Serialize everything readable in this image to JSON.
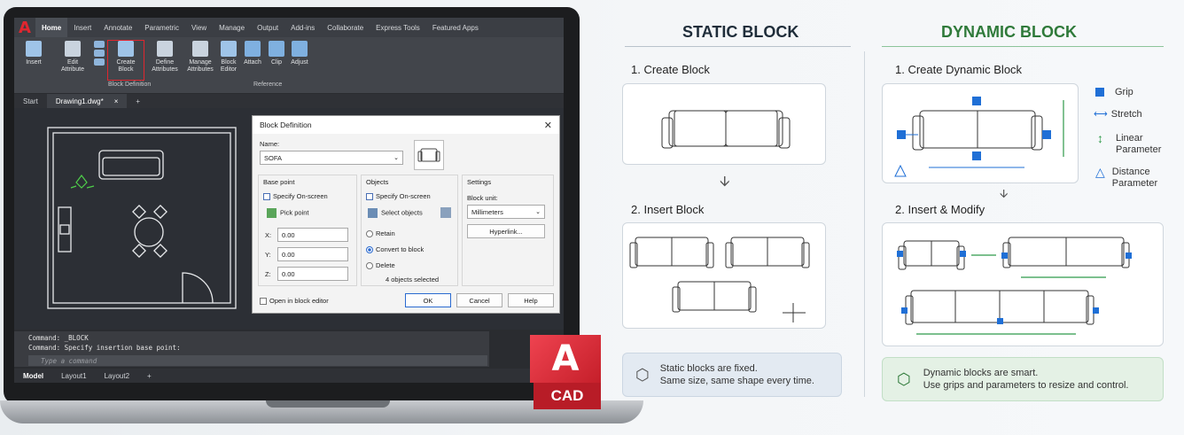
{
  "ribbon": {
    "tabs": [
      "Home",
      "Insert",
      "Annotate",
      "Parametric",
      "View",
      "Manage",
      "Output",
      "Add-ins",
      "Collaborate",
      "Express Tools",
      "Featured Apps"
    ],
    "buttons": {
      "insert": "Insert",
      "edit_attribute": "Edit\nAttribute",
      "create_block": "Create\nBlock",
      "define_attributes": "Define\nAttributes",
      "manage_attributes": "Manage\nAttributes",
      "block_editor": "Block\nEditor",
      "attach": "Attach",
      "clip": "Clip",
      "adjust": "Adjust"
    },
    "panels": {
      "block_definition": "Block Definition",
      "reference": "Reference"
    }
  },
  "doc_tabs": {
    "start": "Start",
    "drawing": "Drawing1.dwg*",
    "close": "×",
    "add": "+"
  },
  "dialog": {
    "title": "Block Definition",
    "name_label": "Name:",
    "name_value": "SOFA",
    "base_point": {
      "title": "Base point",
      "specify": "Specify On-screen",
      "pick": "Pick point",
      "x_label": "X:",
      "x": "0.00",
      "y_label": "Y:",
      "y": "0.00",
      "z_label": "Z:",
      "z": "0.00"
    },
    "objects": {
      "title": "Objects",
      "specify": "Specify On-screen",
      "select": "Select objects",
      "retain": "Retain",
      "convert": "Convert to block",
      "delete": "Delete",
      "count": "4 objects selected"
    },
    "settings": {
      "title": "Settings",
      "unit_label": "Block unit:",
      "unit_value": "Millimeters",
      "hyperlink": "Hyperlink..."
    },
    "open_editor": "Open in block editor",
    "ok": "OK",
    "cancel": "Cancel",
    "help": "Help"
  },
  "command": {
    "line1": "Command: _BLOCK",
    "line2": "Command: Specify insertion base point:",
    "placeholder": "Type a command"
  },
  "layout_tabs": [
    "Model",
    "Layout1",
    "Layout2",
    "+"
  ],
  "badge": {
    "letter": "A",
    "label": "CAD"
  },
  "static": {
    "title": "STATIC BLOCK",
    "step1": "1.  Create Block",
    "step2": "2.  Insert Block",
    "note_line1": "Static blocks are fixed.",
    "note_line2": "Same size, same shape every time."
  },
  "dynamic": {
    "title": "DYNAMIC BLOCK",
    "step1": "1.  Create Dynamic Block",
    "step2": "2.  Insert & Modify",
    "legend": {
      "grip": "Grip",
      "stretch": "Stretch",
      "linear_1": "Linear",
      "linear_2": "Parameter",
      "distance_1": "Distance",
      "distance_2": "Parameter"
    },
    "note_line1": "Dynamic blocks are smart.",
    "note_line2": "Use grips and parameters to resize and control."
  },
  "colors": {
    "static_title": "#1f2d3a",
    "dynamic_title": "#2f7a3a",
    "grip": "#1f6fd6",
    "dim_green": "#2f9a4a",
    "cad_red": "#d92430"
  }
}
